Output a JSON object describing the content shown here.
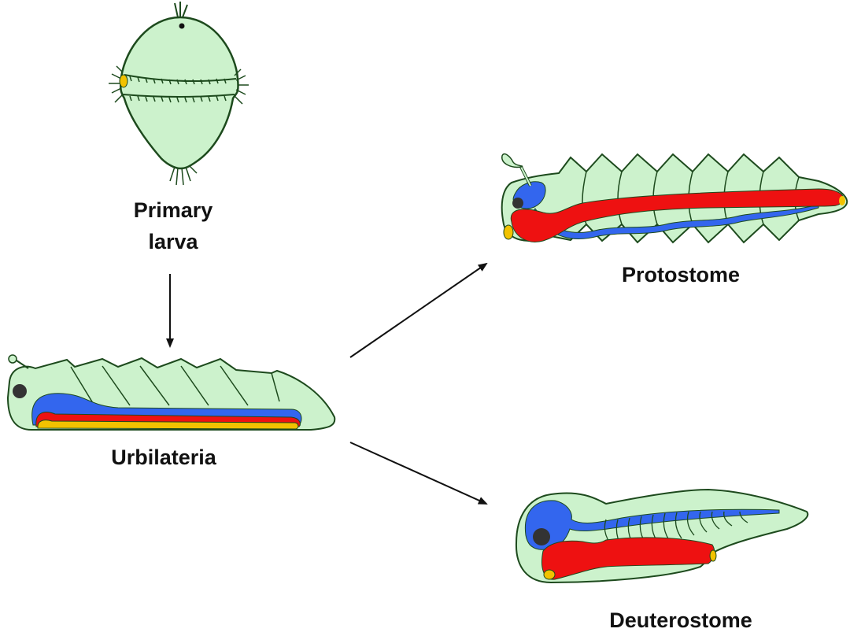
{
  "title": "Evolution from primary larva to Urbilateria, Protostome and Deuterostome",
  "colors": {
    "body": "#ccf2cc",
    "outline": "#1d4a1d",
    "nerve": "#3366ee",
    "gut": "#ee1111",
    "mouth": "#f2c200",
    "eye": "#333333",
    "arrow": "#111111"
  },
  "nodes": [
    {
      "id": "primary-larva",
      "label_line1": "Primary",
      "label_line2": "larva"
    },
    {
      "id": "urbilateria",
      "label": "Urbilateria"
    },
    {
      "id": "protostome",
      "label": "Protostome"
    },
    {
      "id": "deuterostome",
      "label": "Deuterostome"
    }
  ],
  "edges": [
    {
      "from": "primary-larva",
      "to": "urbilateria"
    },
    {
      "from": "urbilateria",
      "to": "protostome"
    },
    {
      "from": "urbilateria",
      "to": "deuterostome"
    }
  ]
}
